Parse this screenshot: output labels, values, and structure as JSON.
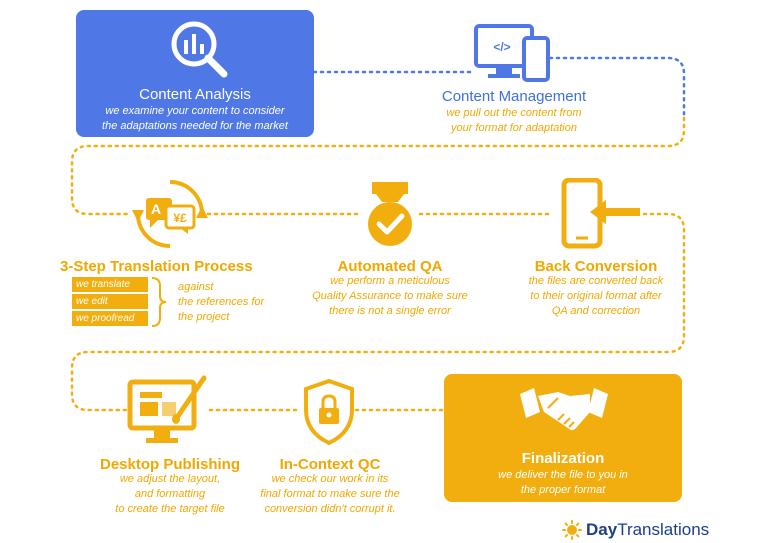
{
  "steps": {
    "content_analysis": {
      "title": "Content Analysis",
      "desc1": "we examine your content to consider",
      "desc2": "the adaptations needed for the market"
    },
    "content_management": {
      "title": "Content Management",
      "desc1": "we pull out the content from",
      "desc2": "your format for adaptation"
    },
    "translation": {
      "title": "3-Step Translation Process",
      "tags": [
        "we translate",
        "we edit",
        "we proofread"
      ],
      "note1": "against",
      "note2": "the references for",
      "note3": "the project"
    },
    "automated_qa": {
      "title": "Automated QA",
      "desc1": "we perform a meticulous",
      "desc2": "Quality Assurance to make sure",
      "desc3": "there is not a single error"
    },
    "back_conversion": {
      "title": "Back Conversion",
      "desc1": "the files are converted back",
      "desc2": "to their original format after",
      "desc3": "QA and correction"
    },
    "desktop_publishing": {
      "title": "Desktop Publishing",
      "desc1": "we adjust the layout,",
      "desc2": "and formatting",
      "desc3": "to create the target file"
    },
    "in_context_qc": {
      "title": "In-Context QC",
      "desc1": "we check our work in its",
      "desc2": "final format to make sure the",
      "desc3": "conversion didn't corrupt it."
    },
    "finalization": {
      "title": "Finalization",
      "desc1": "we deliver the file to you in",
      "desc2": "the proper format"
    }
  },
  "logo": {
    "part1": "Day",
    "part2": "Translations"
  },
  "code_glyph": "</>",
  "currency_glyph": "¥£",
  "letter_glyph": "A",
  "colors": {
    "blue": "#4f78e6",
    "orange": "#f2ae0f",
    "title_blue": "#3f6fdf"
  }
}
